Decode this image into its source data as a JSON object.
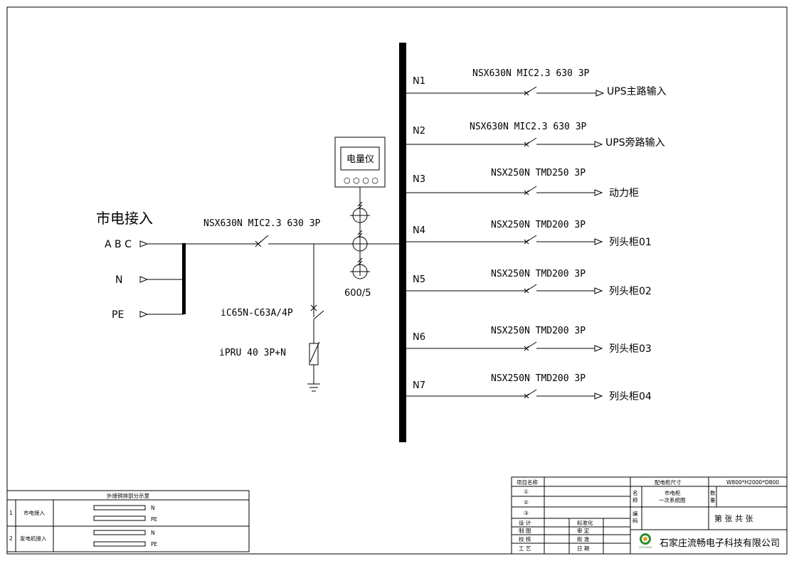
{
  "source": {
    "title": "市电接入",
    "phases": [
      {
        "label": "A B C"
      },
      {
        "label": "N"
      },
      {
        "label": "PE"
      }
    ],
    "main_breaker": "NSX630N MIC2.3 630 3P",
    "spd_breaker": "iC65N-C63A/4P",
    "spd": "iPRU 40 3P+N",
    "meter": "电量仪",
    "meter_dots": "○ ○ ○ ○",
    "ct_ratio": "600/5"
  },
  "feeders": [
    {
      "id": "N1",
      "breaker": "NSX630N MIC2.3 630 3P",
      "load": "UPS主路输入"
    },
    {
      "id": "N2",
      "breaker": "NSX630N MIC2.3 630 3P",
      "load": "UPS旁路输入"
    },
    {
      "id": "N3",
      "breaker": "NSX250N TMD250 3P",
      "load": "动力柜"
    },
    {
      "id": "N4",
      "breaker": "NSX250N TMD200 3P",
      "load": "列头柜01"
    },
    {
      "id": "N5",
      "breaker": "NSX250N TMD200 3P",
      "load": "列头柜02"
    },
    {
      "id": "N6",
      "breaker": "NSX250N TMD200 3P",
      "load": "列头柜03"
    },
    {
      "id": "N7",
      "breaker": "NSX250N TMD200 3P",
      "load": "列头柜04"
    }
  ],
  "busbar_legend": {
    "title": "外接铜排部分示意",
    "rows": [
      {
        "no": "1",
        "label": "市电接入",
        "bar1": "N",
        "bar2": "PE"
      },
      {
        "no": "2",
        "label": "发电机接入",
        "bar1": "N",
        "bar2": "PE"
      }
    ]
  },
  "title_block": {
    "project_name_label": "项目名称",
    "circles": [
      "①",
      "②",
      "③"
    ],
    "cabinet_size_label": "配电柜尺寸",
    "cabinet_size": "W800*H2000*D800",
    "name_label_1": "名",
    "name_label_2": "称",
    "drawing_name_1": "市电柜",
    "drawing_name_2": "一次系统图",
    "qty_label_1": "数",
    "qty_label_2": "量",
    "code_label_1": "编",
    "code_label_2": "码",
    "sheet_text": "第   张 共   张",
    "roles_left": [
      "设  计",
      "制  图",
      "校  核",
      "工  艺"
    ],
    "roles_right": [
      "标准化",
      "审  定",
      "批  准",
      "日  期"
    ],
    "company": "石家庄流畅电子科技有限公司",
    "logo_text": "LIUCHANG"
  },
  "colors": {
    "line": "#000000",
    "logo_ring": "#2e8b2e",
    "logo_core": "#e0a020"
  }
}
